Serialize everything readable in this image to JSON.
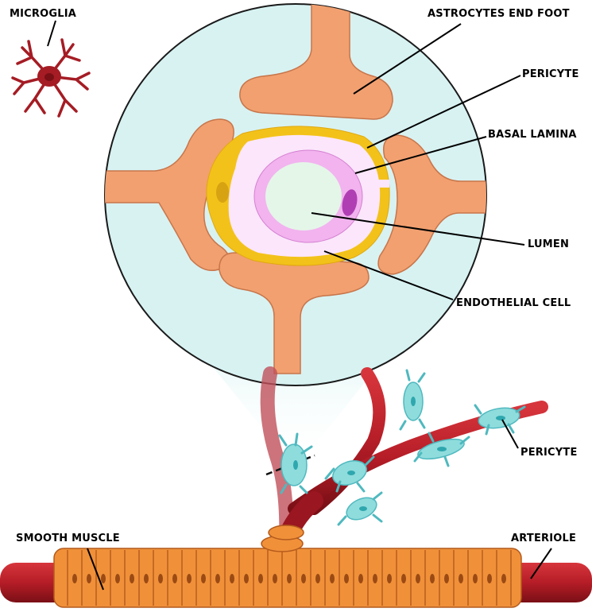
{
  "labels": {
    "microglia": "MICROGLIA",
    "astrocytes_end_foot": "ASTROCYTES END FOOT",
    "pericyte_top": "PERICYTE",
    "basal_lamina": "BASAL LAMINA",
    "lumen": "LUMEN",
    "endothelial_cell": "ENDOTHELIAL CELL",
    "pericyte_bottom": "PERICYTE",
    "smooth_muscle": "SMOOTH MUSCLE",
    "arteriole": "ARTERIOLE"
  },
  "colors": {
    "circle_fill": "#d8f2f2",
    "astrocyte": "#f2a070",
    "astrocyte_stroke": "#c8754a",
    "basal_lamina": "#f3c21a",
    "endothelial": "#f2b3ef",
    "lumen": "#e4f6e8",
    "vessel": "#b8202a",
    "pericyte_cell": "#8fdcdc",
    "smooth_muscle": "#f0913a",
    "microglia": "#a51c24"
  }
}
